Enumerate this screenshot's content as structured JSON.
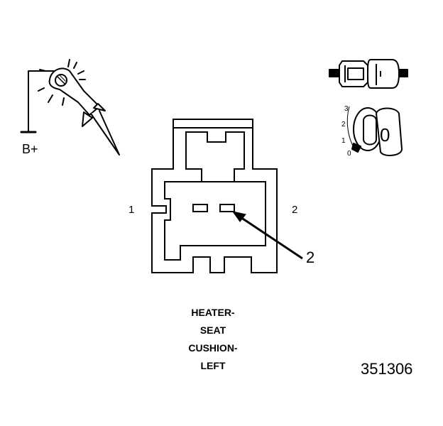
{
  "test_light": {
    "supply_label": "B+",
    "icon": "test-light-icon"
  },
  "ignition": {
    "icon": "ignition-switch-icon",
    "positions": [
      "3",
      "2",
      "1",
      "0"
    ],
    "key_label": "0"
  },
  "connector": {
    "icon": "connector-face-icon",
    "pin_left": "1",
    "pin_right": "2",
    "callout": "2"
  },
  "caption": {
    "lines": [
      "HEATER-",
      "SEAT",
      "CUSHION-",
      "LEFT"
    ]
  },
  "figure_number": "351306"
}
